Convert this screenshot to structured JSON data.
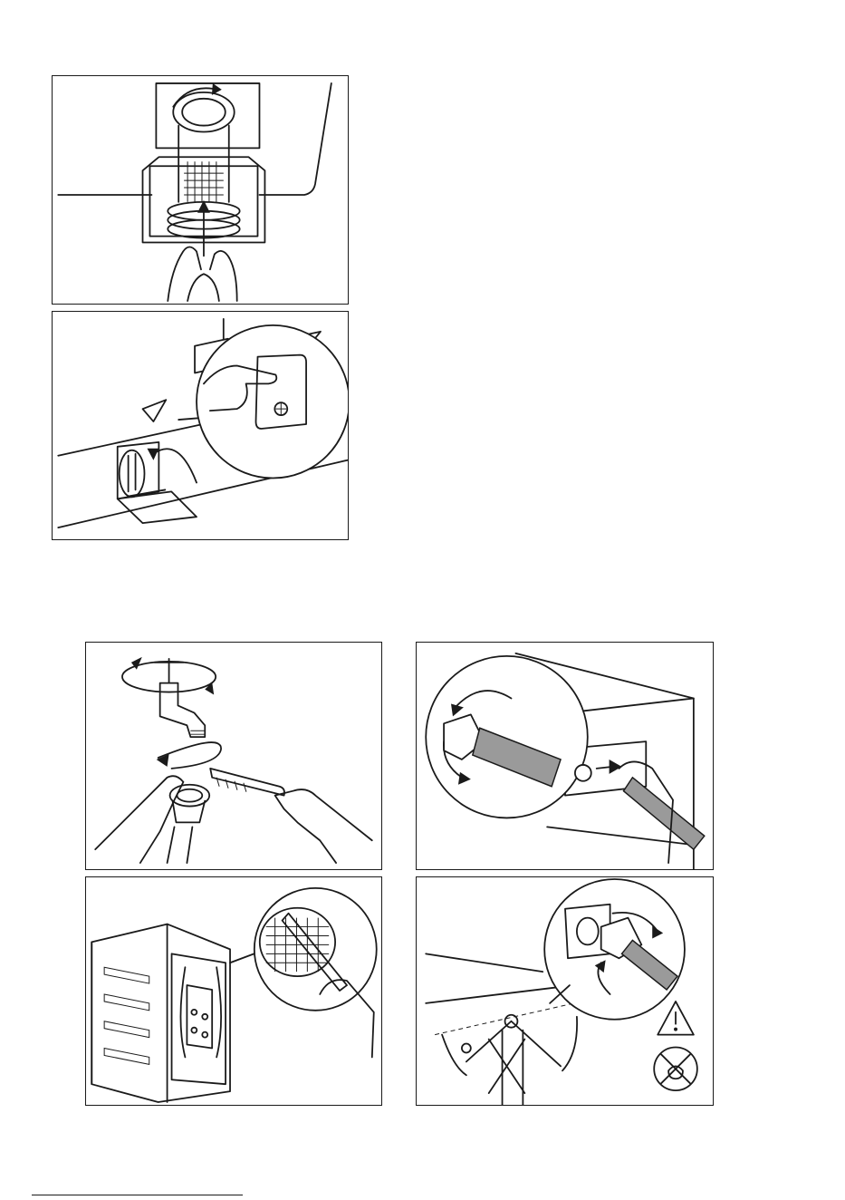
{
  "figures": [
    {
      "id": "filter-removal",
      "icons": [
        "rotate-arrow-icon",
        "up-arrow-icon",
        "hand-icon"
      ]
    },
    {
      "id": "filter-flap-open",
      "icons": [
        "hand-icon",
        "triangle-marker-icon",
        "curved-arrow-icon"
      ]
    },
    {
      "id": "tap-thread-clean",
      "icons": [
        "tap-icon",
        "rotate-arrow-icon",
        "brush-icon",
        "hand-icon"
      ]
    },
    {
      "id": "inlet-hose-remove",
      "icons": [
        "rotate-arrow-icon",
        "hose-icon",
        "hand-icon"
      ]
    },
    {
      "id": "inlet-filter-clean",
      "icons": [
        "washing-machine-icon",
        "brush-icon",
        "hand-icon"
      ]
    },
    {
      "id": "inlet-hose-refit",
      "icons": [
        "rotate-arrow-icon",
        "hose-icon",
        "warning-icon",
        "no-water-icon"
      ]
    }
  ],
  "colors": {
    "line": "#1a1a1a",
    "hose": "#9a9a9a",
    "background": "#ffffff"
  }
}
